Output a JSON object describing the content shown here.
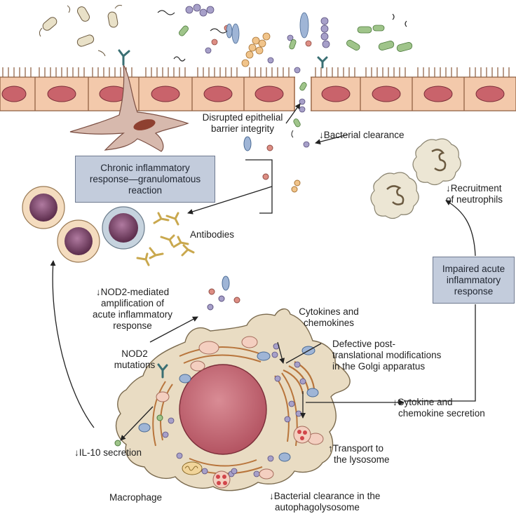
{
  "labels": {
    "disrupted": [
      "Disrupted epithelial",
      "barrier integrity"
    ],
    "bacterial_clearance": "Bacterial clearance",
    "chronic_box": [
      "Chronic inflammatory",
      "response—granulomatous",
      "reaction"
    ],
    "antibodies": "Antibodies",
    "recruitment": [
      "Recruitment",
      "of neutrophils"
    ],
    "impaired_box": [
      "Impaired acute",
      "inflammatory",
      "response"
    ],
    "nod2_amp": [
      "NOD2-mediated",
      "amplification of",
      "acute inflammatory",
      "response"
    ],
    "nod2_mut": [
      "NOD2",
      "mutations"
    ],
    "cytokines": [
      "Cytokines and",
      "chemokines"
    ],
    "defective": [
      "Defective post-",
      "translational modifications",
      "in the Golgi apparatus"
    ],
    "cytokine_secretion": [
      "Cytokine and",
      "chemokine secretion"
    ],
    "il10": "IL-10 secretion",
    "transport": [
      "Transport to",
      "the lysosome"
    ],
    "macrophage": "Macrophage",
    "autophago": [
      "Bacterial clearance in the",
      "autophagolysosome"
    ]
  },
  "indicators": {
    "down": "↓",
    "up": "↑"
  },
  "colors": {
    "epithelium": "#f3c9ab",
    "nucleus": "#c9636b",
    "macrophage": "#e9dcc3",
    "box": "#c3ccdc",
    "neutrophil": "#ece6d4"
  },
  "icons": [
    "bacterium",
    "epithelial-cell",
    "dendritic-cell",
    "plasma-cell",
    "antibody",
    "neutrophil",
    "macrophage",
    "golgi-apparatus",
    "lysosome",
    "mitochondrion",
    "nod2-receptor"
  ]
}
